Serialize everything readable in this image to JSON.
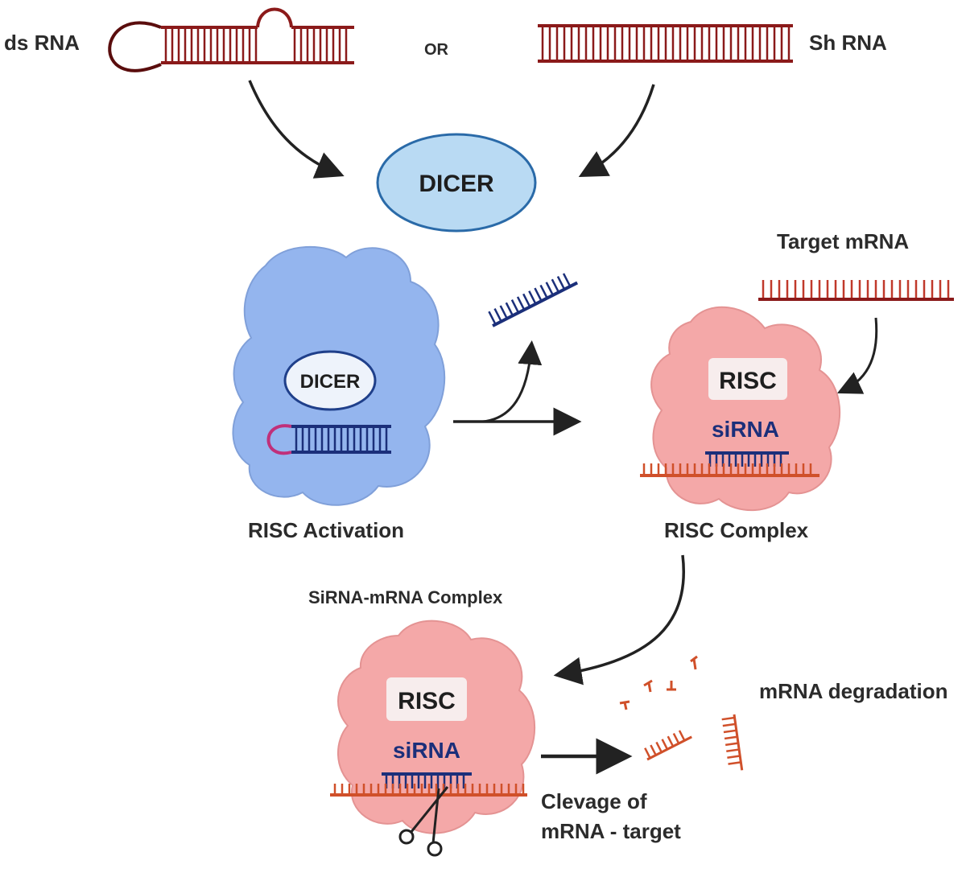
{
  "labels": {
    "ds_rna": "ds RNA",
    "or": "OR",
    "sh_rna": "Sh RNA",
    "dicer_main": "DICER",
    "target_mrna": "Target mRNA",
    "dicer_inner": "DICER",
    "risc_top": "RISC",
    "sirna_top": "siRNA",
    "risc_activation": "RISC Activation",
    "risc_complex": "RISC Complex",
    "sirna_mrna_complex": "SiRNA-mRNA Complex",
    "risc_bottom": "RISC",
    "sirna_bottom": "siRNA",
    "mrna_degradation": "mRNA degradation",
    "cleavage_line1": "Clevage of",
    "cleavage_line2": "mRNA - target"
  },
  "colors": {
    "strand_red": "#8b1a1a",
    "strand_orange": "#d0502a",
    "strand_blue": "#1b2f7a",
    "hairpin_pink": "#c0307a",
    "dicer_fill": "#b9daf3",
    "dicer_stroke": "#2a6aa8",
    "risc_activation_blob": "#8fb2ee",
    "risc_blob": "#f4a8a8",
    "label_box": "#f7eded"
  },
  "icons": [
    "scissors-icon",
    "arrow-icon"
  ]
}
